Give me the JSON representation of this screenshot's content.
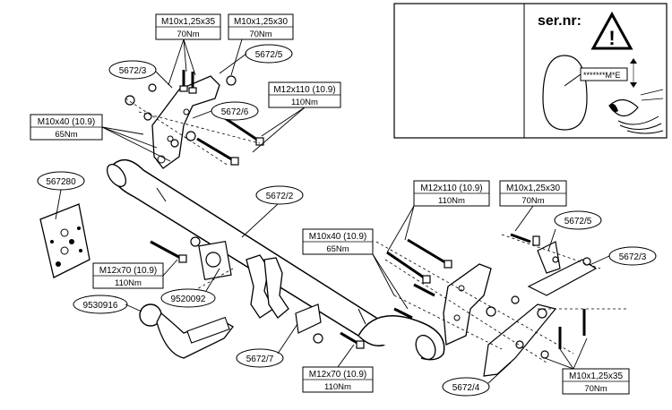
{
  "labels": {
    "p56723_top": "5672/3",
    "p56725_top": "5672/5",
    "p56726": "5672/6",
    "p567280": "567280",
    "p56722": "5672/2",
    "p9520092": "9520092",
    "p9530916": "9530916",
    "p56727": "5672/7",
    "p56725_right": "5672/5",
    "p56723_right": "5672/3",
    "p56724": "5672/4"
  },
  "specs": {
    "m10_35_top": {
      "bolt": "M10x1,25x35",
      "torque": "70Nm"
    },
    "m10_30_top": {
      "bolt": "M10x1,25x30",
      "torque": "70Nm"
    },
    "m12_110_top": {
      "bolt": "M12x110 (10.9)",
      "torque": "110Nm"
    },
    "m10_40_left": {
      "bolt": "M10x40 (10.9)",
      "torque": "65Nm"
    },
    "m12_110_right": {
      "bolt": "M12x110 (10.9)",
      "torque": "110Nm"
    },
    "m10_30_right": {
      "bolt": "M10x1,25x30",
      "torque": "70Nm"
    },
    "m10_40_mid": {
      "bolt": "M10x40 (10.9)",
      "torque": "65Nm"
    },
    "m12_70_left": {
      "bolt": "M12x70 (10.9)",
      "torque": "110Nm"
    },
    "m12_70_bottom": {
      "bolt": "M12x70 (10.9)",
      "torque": "110Nm"
    },
    "m10_35_bottom": {
      "bolt": "M10x1,25x35",
      "torque": "70Nm"
    }
  },
  "serial_panel": {
    "title": "ser.nr:",
    "plate_text": "*******M*E"
  },
  "colors": {
    "line": "#000000",
    "background": "#ffffff"
  }
}
